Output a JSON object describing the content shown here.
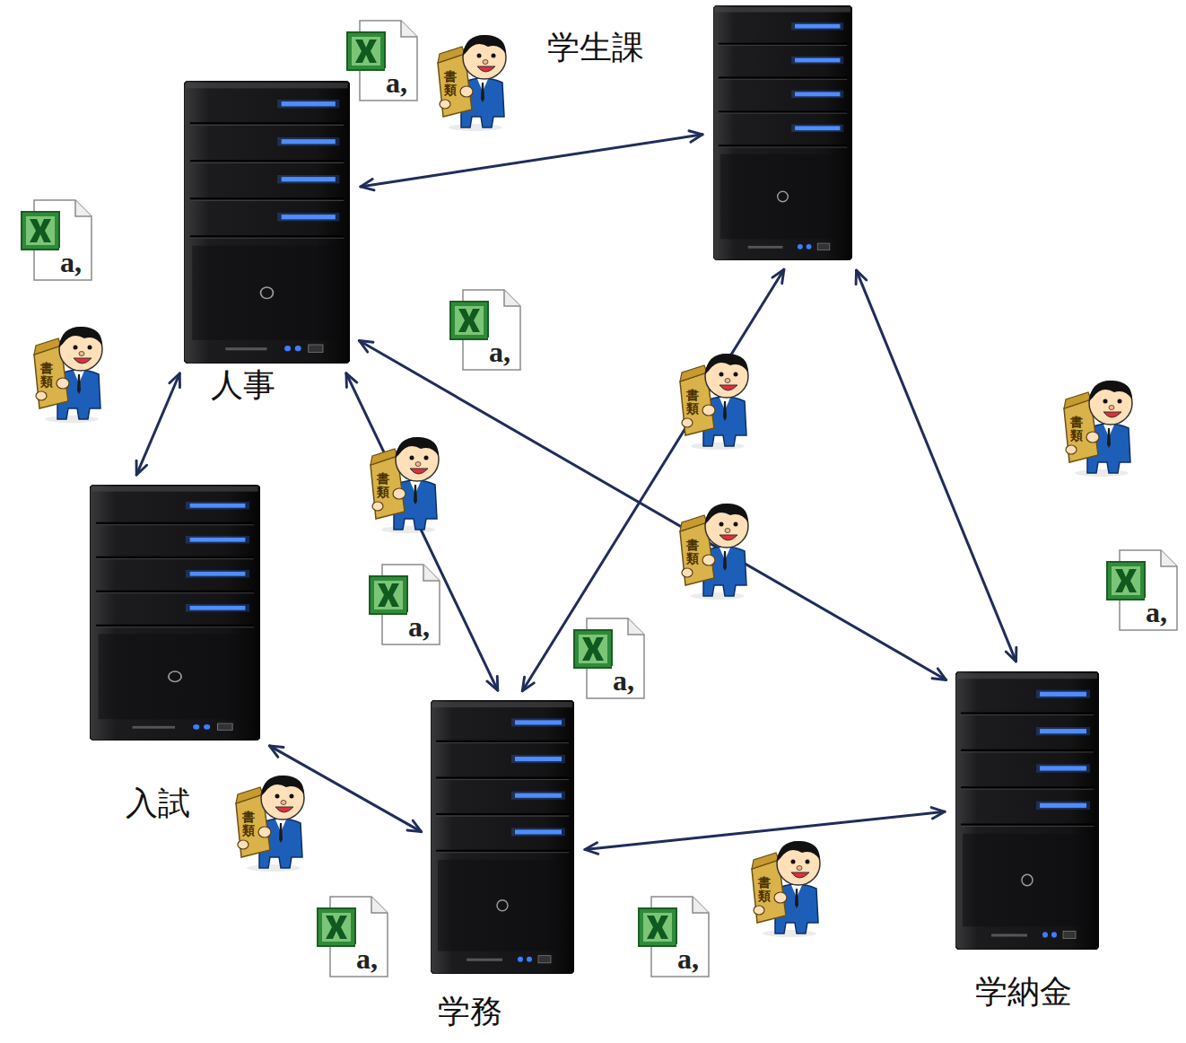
{
  "diagram": {
    "nodes": [
      {
        "text": [
          "学生課"
        ]
      },
      {
        "text": [
          "人事"
        ]
      },
      {
        "text": [
          "入試"
        ]
      },
      {
        "text": [
          "学務"
        ]
      },
      {
        "text": [
          "学納金"
        ]
      }
    ],
    "edges": [
      {
        "from": 0,
        "to": 1,
        "arrow": "both"
      },
      {
        "from": 1,
        "to": 2,
        "arrow": "both"
      },
      {
        "from": 1,
        "to": 3,
        "arrow": "both"
      },
      {
        "from": 0,
        "to": 3,
        "arrow": "both"
      },
      {
        "from": 1,
        "to": 4,
        "arrow": "both"
      },
      {
        "from": 0,
        "to": 4,
        "arrow": "both"
      },
      {
        "from": 2,
        "to": 3,
        "arrow": "both"
      },
      {
        "from": 3,
        "to": 4,
        "arrow": "both"
      }
    ],
    "labels": [
      "a,",
      "書類",
      "a,",
      "a,",
      "書類",
      "書類",
      "書類",
      "書類",
      "書類",
      "a,",
      "a,",
      "a,",
      "書類",
      "書類",
      "a,",
      "a,"
    ]
  }
}
